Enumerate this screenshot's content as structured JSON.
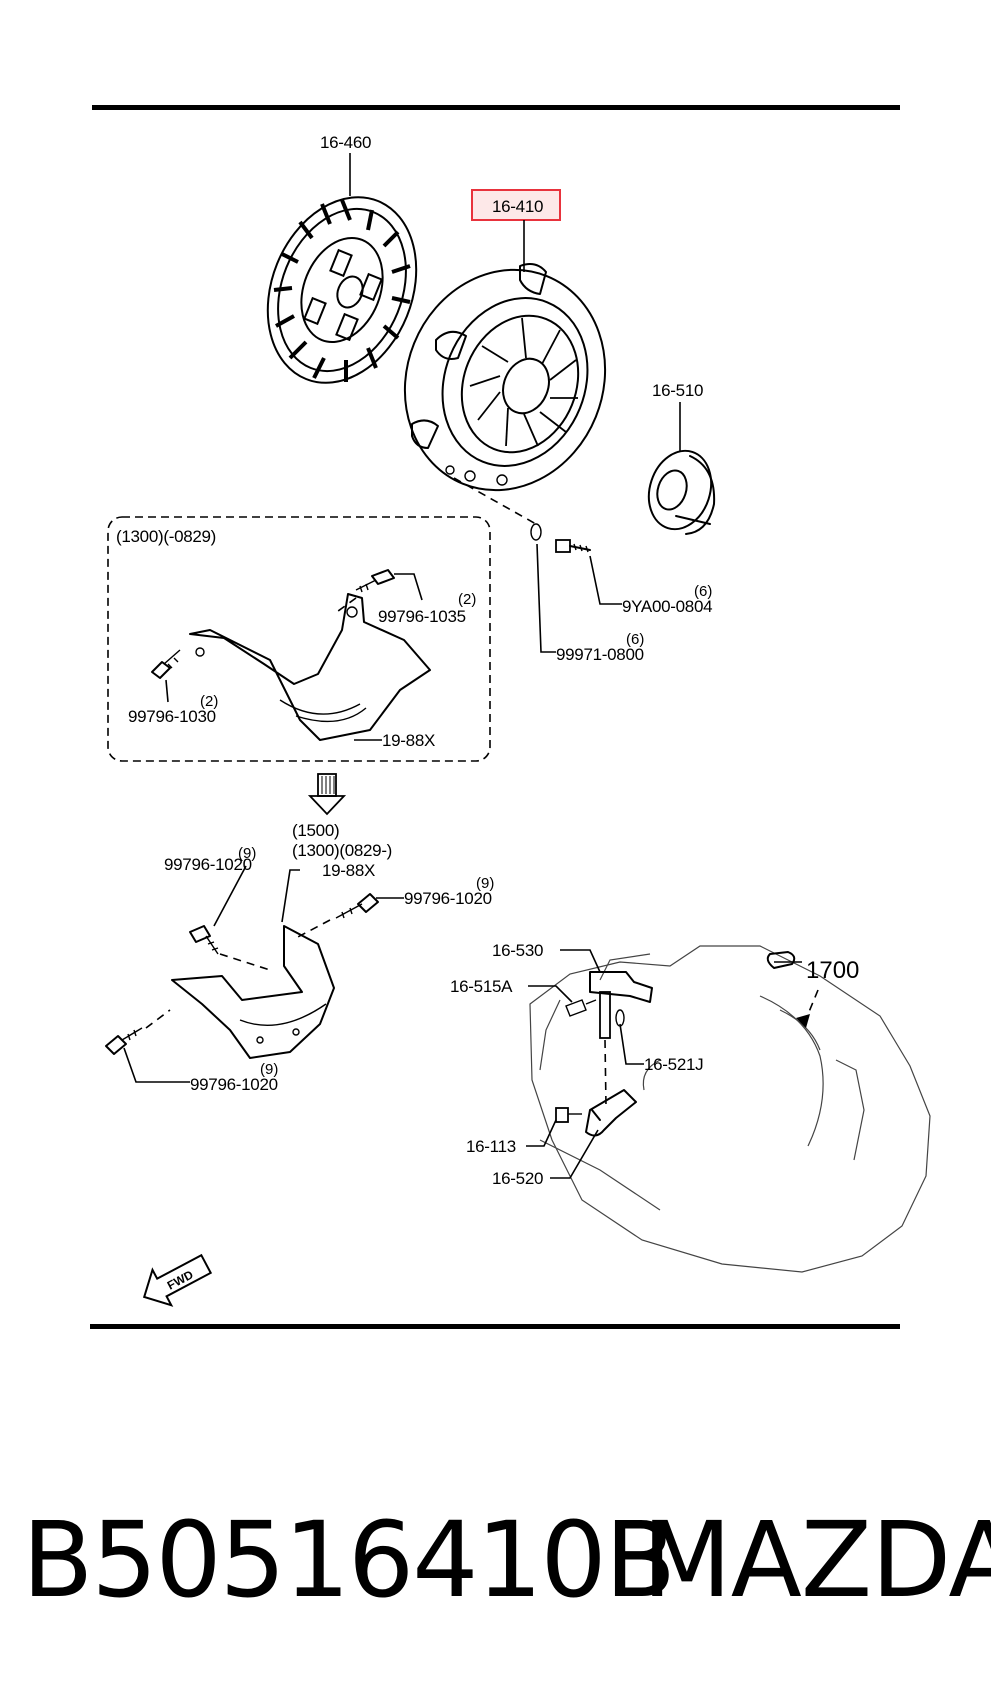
{
  "labels": {
    "clutch_disc": "16-460",
    "clutch_cover": "16-410",
    "release_bearing": "16-510",
    "bolt_9ya": "9YA00-0804",
    "bolt_9ya_qty": "(6)",
    "washer": "99971-0800",
    "washer_qty": "(6)",
    "variant_a": "(1300)(-0829)",
    "variant_a_bolt_upper": "99796-1035",
    "variant_a_bolt_upper_qty": "(2)",
    "variant_a_bolt_left": "99796-1030",
    "variant_a_bolt_left_qty": "(2)",
    "variant_a_plate": "19-88X",
    "variant_b_line1": "(1500)",
    "variant_b_line2": "(1300)(0829-)",
    "variant_b_plate": "19-88X",
    "variant_b_bolt_top": "99796-1020",
    "variant_b_bolt_top_qty": "(9)",
    "variant_b_bolt_right": "99796-1020",
    "variant_b_bolt_right_qty": "(9)",
    "variant_b_bolt_bottom": "99796-1020",
    "variant_b_bolt_bottom_qty": "(9)",
    "shaft": "16-530",
    "bushing": "16-515A",
    "spring": "16-521J",
    "fork_bolt": "16-113",
    "fork": "16-520",
    "ref_1700": "1700",
    "fwd": "FWD"
  },
  "highlight_color": "#e8323c",
  "footer": {
    "part_number": "B50516410B",
    "brand": "MAZDA"
  }
}
